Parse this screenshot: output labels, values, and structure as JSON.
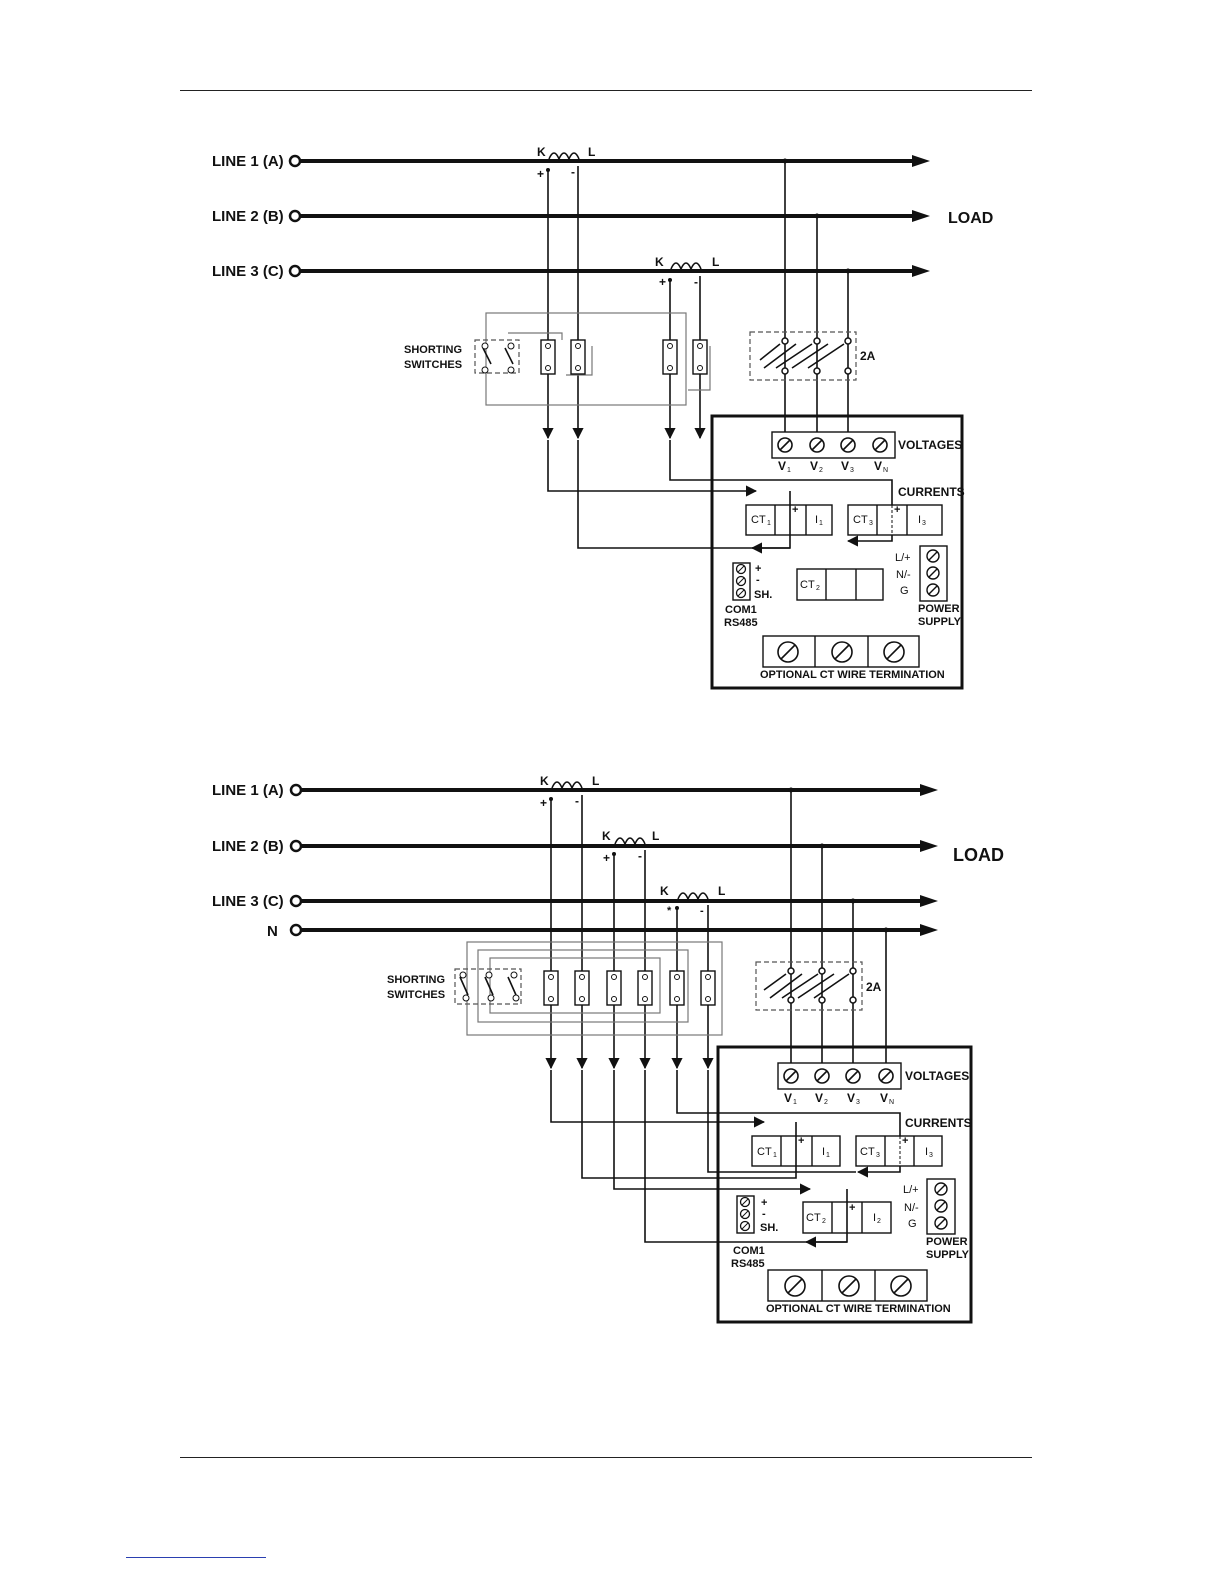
{
  "diagram_top": {
    "lines": [
      {
        "label": "LINE 1 (A)"
      },
      {
        "label": "LINE 2 (B)"
      },
      {
        "label": "LINE 3 (C)"
      }
    ],
    "load_label": "LOAD",
    "ct_k": "K",
    "ct_l": "L",
    "ct_plus": "+",
    "ct_minus": "-",
    "shorting_label_1": "SHORTING",
    "shorting_label_2": "SWITCHES",
    "fuse_label": "2A",
    "voltages_label": "VOLTAGES",
    "currents_label": "CURRENTS",
    "v_labels": [
      "V",
      "V",
      "V",
      "V"
    ],
    "v_subs": [
      "1",
      "2",
      "3",
      "N"
    ],
    "ct1": "CT",
    "ct1_sub": "1",
    "i1": "I",
    "i1_sub": "1",
    "ct3": "CT",
    "ct3_sub": "3",
    "i3": "I",
    "i3_sub": "3",
    "ct2": "CT",
    "ct2_sub": "2",
    "com_plus": "+",
    "com_minus": "-",
    "com_sh": "SH.",
    "com1": "COM1",
    "rs485": "RS485",
    "psu_l": "L/+",
    "psu_n": "N/-",
    "psu_g": "G",
    "power": "POWER",
    "supply": "SUPPLY",
    "optional": "OPTIONAL CT WIRE TERMINATION"
  },
  "diagram_bottom": {
    "lines": [
      {
        "label": "LINE 1 (A)"
      },
      {
        "label": "LINE 2 (B)"
      },
      {
        "label": "LINE 3 (C)"
      },
      {
        "label": "N"
      }
    ],
    "load_label": "LOAD",
    "ct_k": "K",
    "ct_l": "L",
    "ct_plus": "+",
    "ct_minus": "-",
    "ct3_plus": "*",
    "shorting_label_1": "SHORTING",
    "shorting_label_2": "SWITCHES",
    "fuse_label": "2A",
    "voltages_label": "VOLTAGES",
    "currents_label": "CURRENTS",
    "v_labels": [
      "V",
      "V",
      "V",
      "V"
    ],
    "v_subs": [
      "1",
      "2",
      "3",
      "N"
    ],
    "ct1": "CT",
    "ct1_sub": "1",
    "i1": "I",
    "i1_sub": "1",
    "ct3": "CT",
    "ct3_sub": "3",
    "i3": "I",
    "i3_sub": "3",
    "ct2": "CT",
    "ct2_sub": "2",
    "i2": "I",
    "i2_sub": "2",
    "com_plus": "+",
    "com_minus": "-",
    "com_sh": "SH.",
    "com1": "COM1",
    "rs485": "RS485",
    "psu_l": "L/+",
    "psu_n": "N/-",
    "psu_g": "G",
    "power": "POWER",
    "supply": "SUPPLY",
    "optional": "OPTIONAL CT WIRE TERMINATION"
  }
}
